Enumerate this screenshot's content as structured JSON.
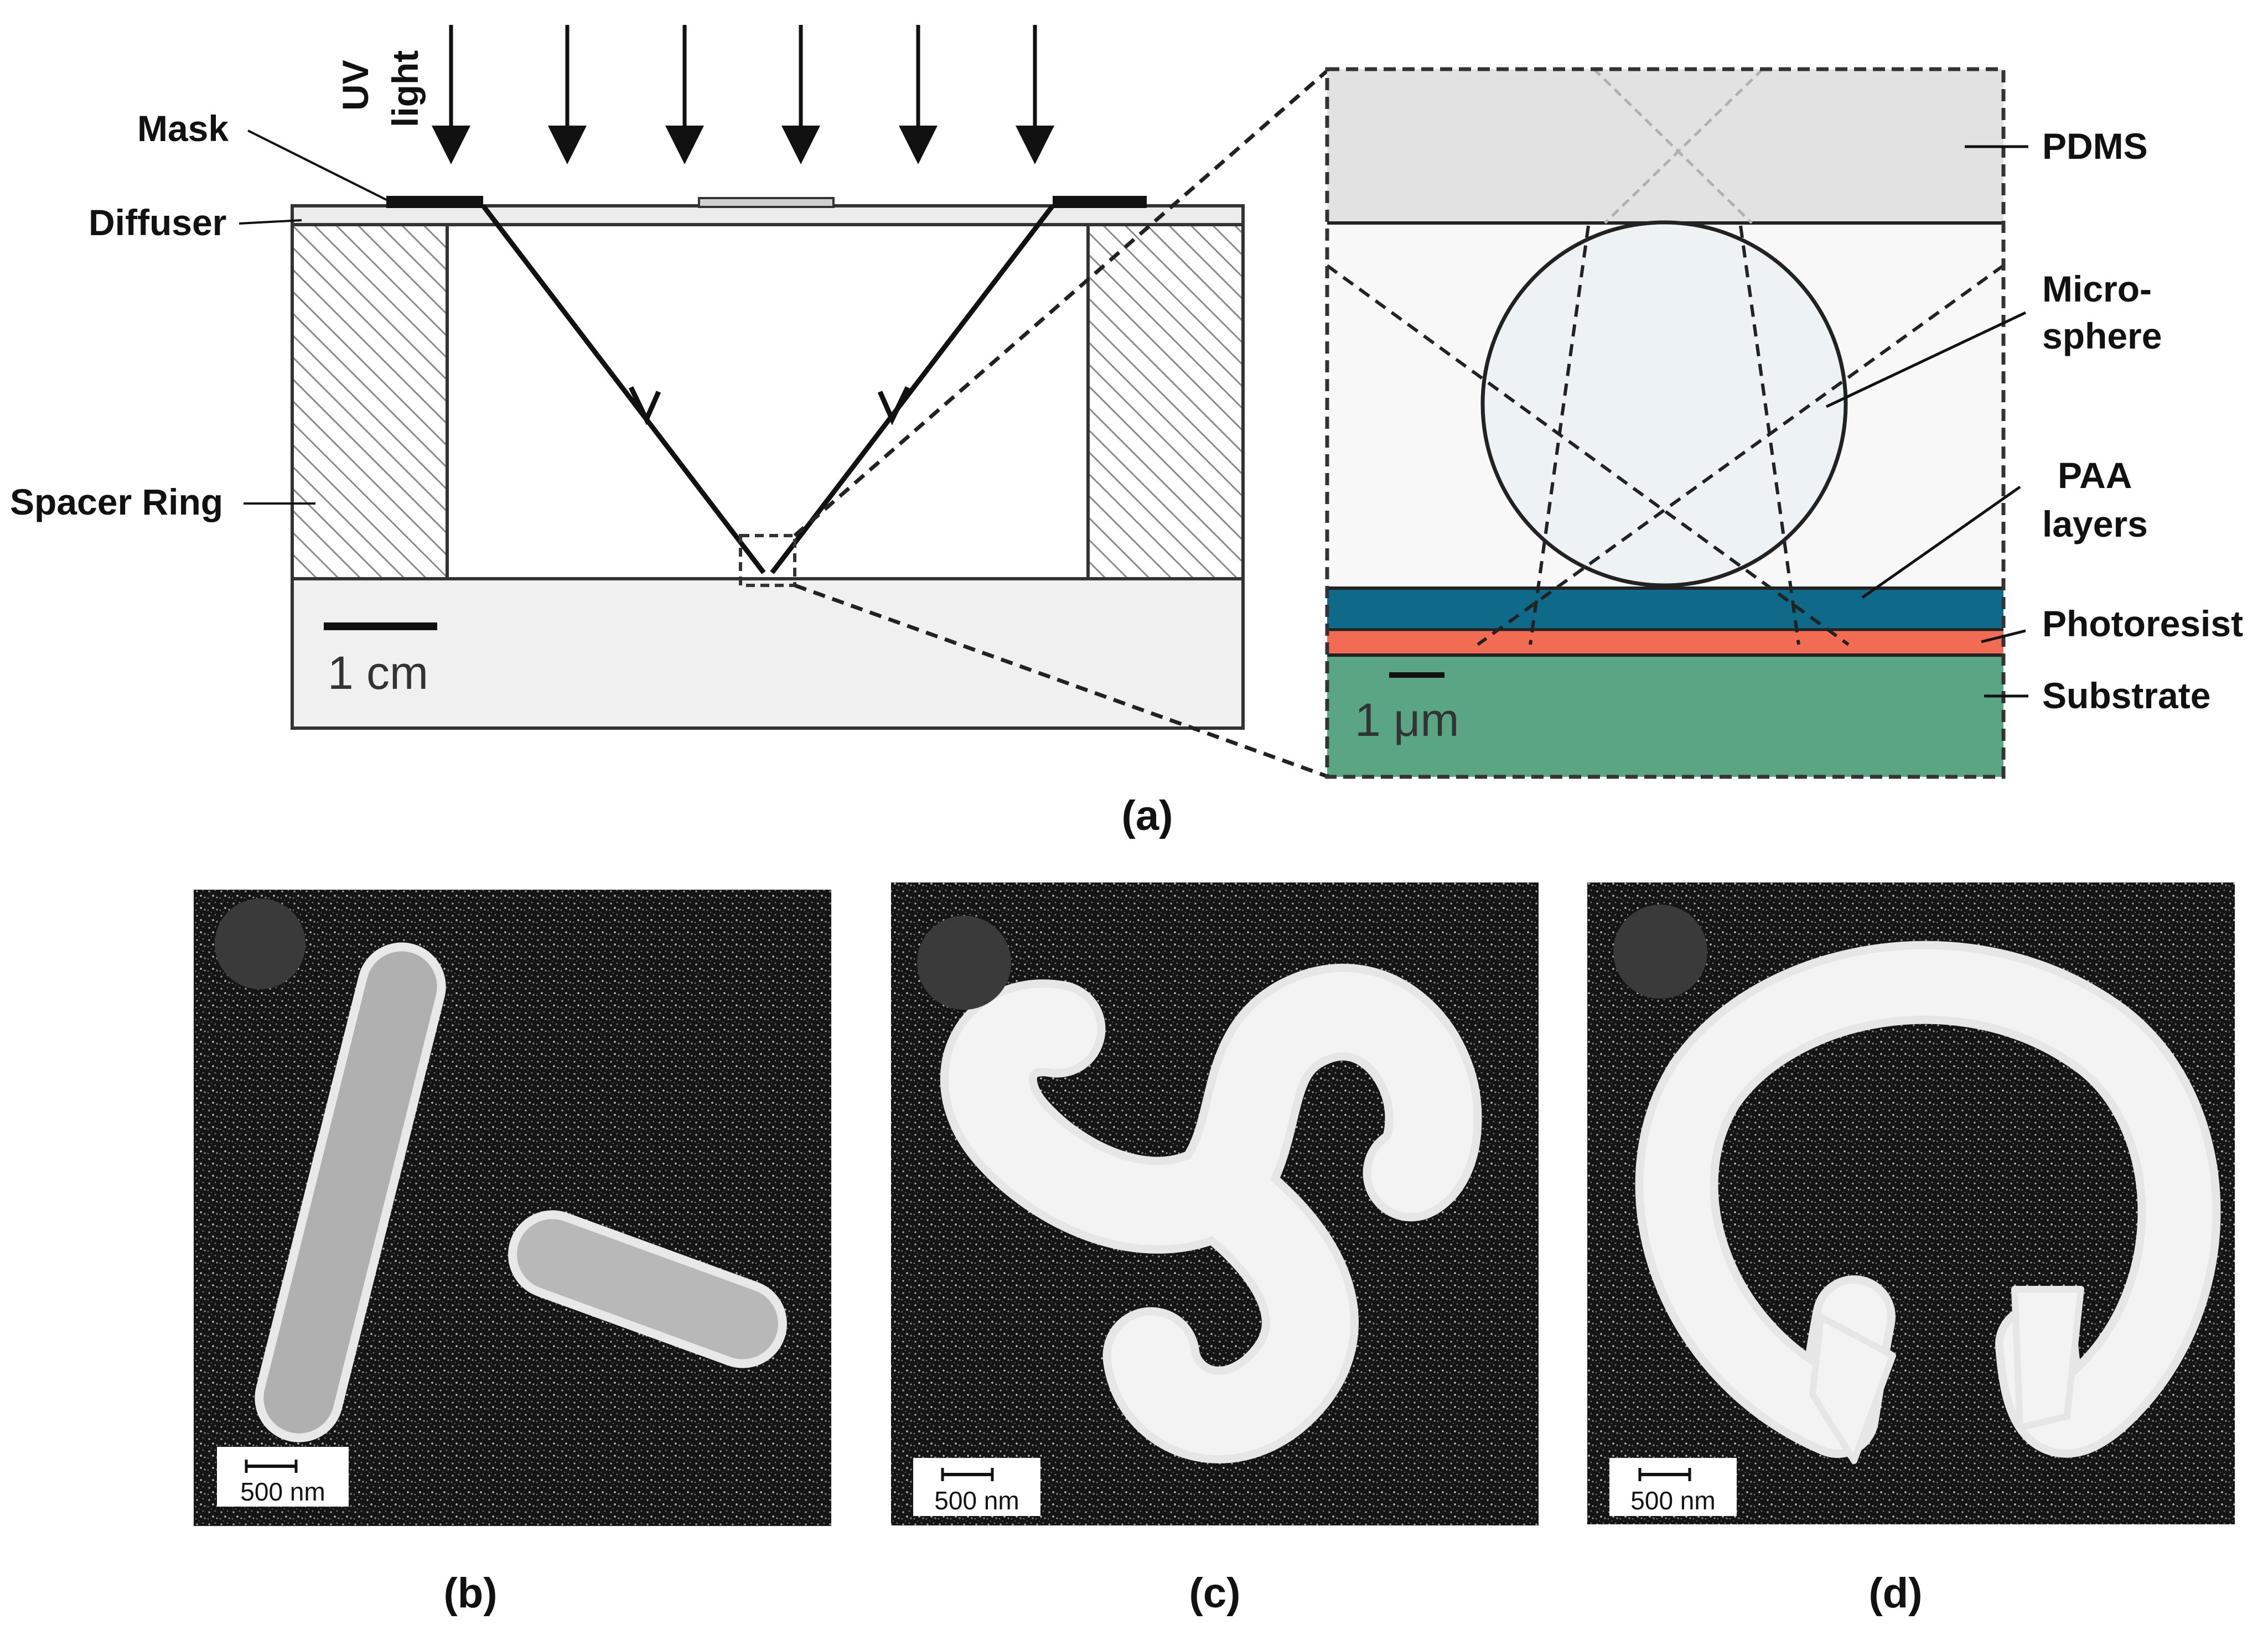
{
  "labels": {
    "uv_line1": "UV",
    "uv_line2": "light",
    "mask": "Mask",
    "diffuser": "Diffuser",
    "spacer_ring": "Spacer Ring",
    "scale_cm": "1 cm",
    "pdms": "PDMS",
    "microsphere_line1": "Micro-",
    "microsphere_line2": "sphere",
    "paa_line1": "PAA",
    "paa_line2": "layers",
    "photoresist": "Photoresist",
    "substrate": "Substrate",
    "scale_um": "1 μm"
  },
  "captions": {
    "a": "(a)",
    "b": "(b)",
    "c": "(c)",
    "d": "(d)"
  },
  "panels": [
    {
      "id": "b",
      "scale_label": "500 nm",
      "shape": "two rounded rods"
    },
    {
      "id": "c",
      "scale_label": "500 nm",
      "shape": "triskelion"
    },
    {
      "id": "d",
      "scale_label": "500 nm",
      "shape": "omega ring"
    }
  ],
  "colors": {
    "pdms": "#e2e2e2",
    "paa": "#0f6a8a",
    "photoresist": "#f26c54",
    "substrate": "#59a584",
    "sem_background": "#1a1a1a",
    "sem_feature": "#ececec",
    "circle_marker": "#3a3a3a"
  }
}
